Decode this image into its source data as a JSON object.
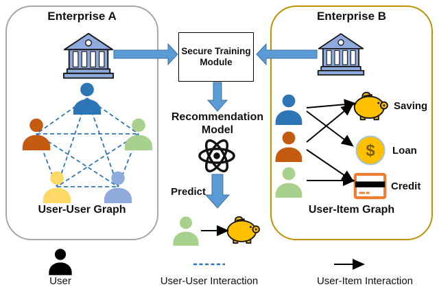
{
  "figure": {
    "enterprise_a": {
      "title": "Enterprise A",
      "caption": "User-User Graph",
      "users": [
        {
          "position": "top",
          "color": "#2E75B6"
        },
        {
          "position": "left",
          "color": "#C55A11"
        },
        {
          "position": "right",
          "color": "#A9D18E"
        },
        {
          "position": "bottom-left",
          "color": "#FFD966"
        },
        {
          "position": "bottom-right",
          "color": "#8FAADC"
        }
      ],
      "connectivity": "all 5 users pairwise connected by dashed user-user interaction edges"
    },
    "module": {
      "label": "Secure Training Module"
    },
    "flow": {
      "recommendation_label": "Recommendation Model",
      "predict_label": "Predict",
      "predict_result": "user receives Saving recommendation"
    },
    "enterprise_b": {
      "title": "Enterprise B",
      "caption": "User-Item Graph",
      "users": [
        {
          "position": "top",
          "color": "#2E75B6"
        },
        {
          "position": "middle",
          "color": "#C55A11"
        },
        {
          "position": "bottom",
          "color": "#A9D18E"
        }
      ],
      "items": [
        {
          "label": "Saving",
          "icon": "piggy-bank-icon"
        },
        {
          "label": "Loan",
          "icon": "dollar-coin-icon"
        },
        {
          "label": "Credit",
          "icon": "credit-card-icon"
        }
      ],
      "user_item_edges": [
        [
          "user-top",
          "Saving"
        ],
        [
          "user-top",
          "Loan"
        ],
        [
          "user-middle",
          "Saving"
        ],
        [
          "user-middle",
          "Credit"
        ],
        [
          "user-bottom",
          "Credit"
        ]
      ]
    },
    "legend": {
      "items": [
        {
          "symbol": "user-icon",
          "label": "User"
        },
        {
          "symbol": "dashed-line",
          "label": "User-User Interaction"
        },
        {
          "symbol": "arrow",
          "label": "User-Item Interaction"
        }
      ]
    },
    "colors": {
      "arrow_blue": "#5B9BD5",
      "edge_blue": "#2E75B6",
      "panel_a_border": "#A6A6A6",
      "panel_b_border": "#BF9000",
      "bank_fill": "#8FAADC",
      "gold": "#FFC000",
      "card_orange": "#ED7D31",
      "black": "#000000"
    }
  }
}
